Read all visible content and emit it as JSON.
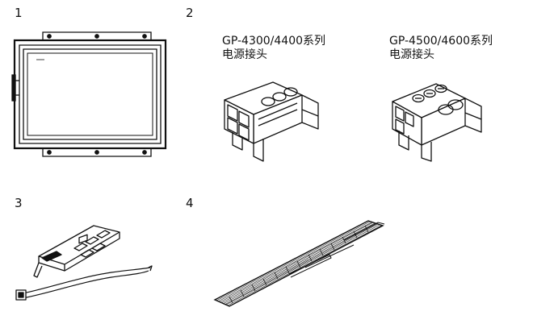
{
  "items": [
    {
      "number": "1",
      "icon": "display-panel-icon"
    },
    {
      "number": "2",
      "icon": "power-connector-icon",
      "connectors": [
        {
          "line1": "GP-4300/4400系列",
          "line2": "电源接头"
        },
        {
          "line1": "GP-4500/4600系列",
          "line2": "电源接头"
        }
      ]
    },
    {
      "number": "3",
      "icon": "bracket-and-cable-tie-icon"
    },
    {
      "number": "4",
      "icon": "flat-ribbon-cable-icon"
    }
  ]
}
